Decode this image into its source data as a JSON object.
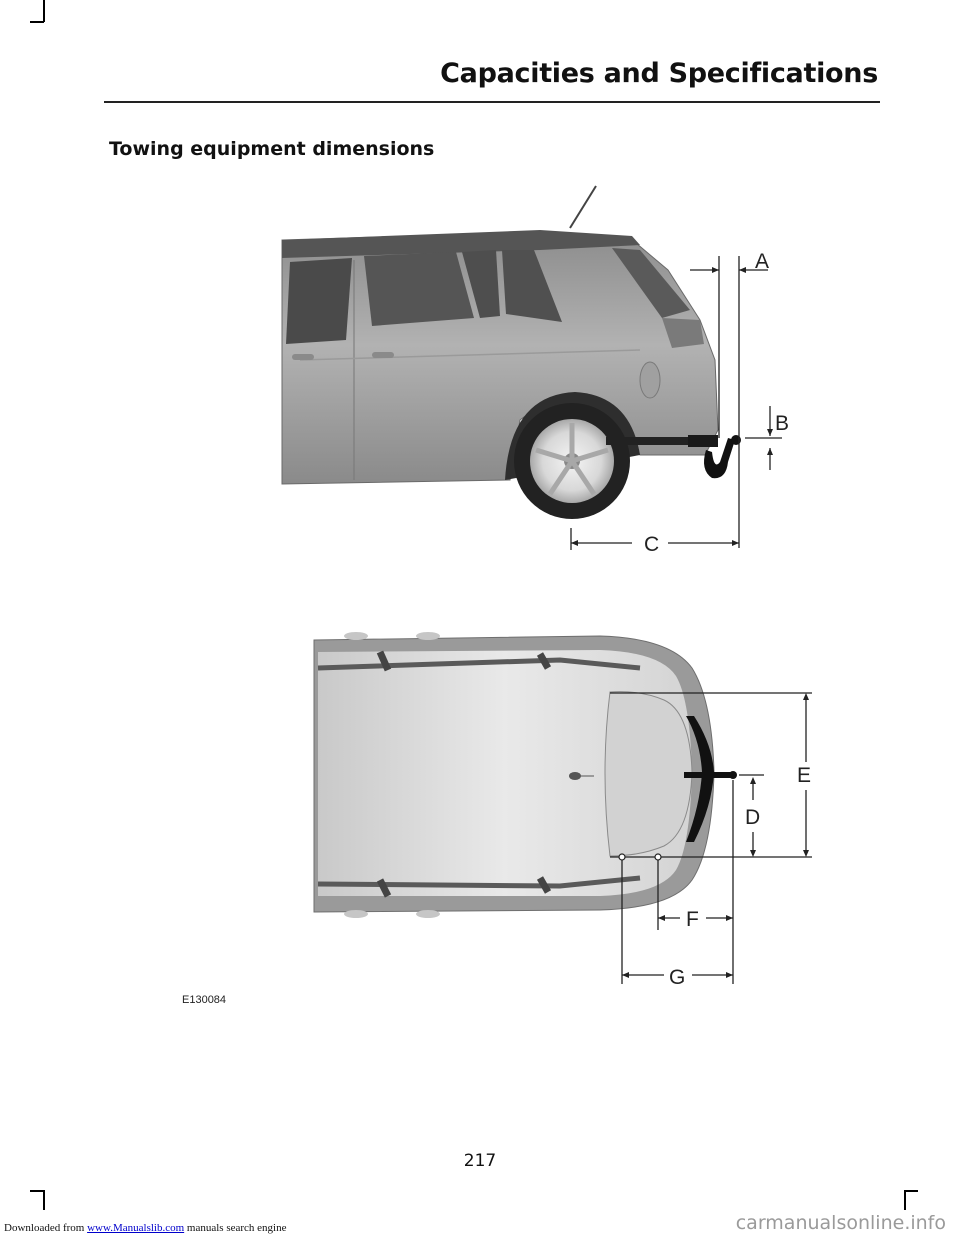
{
  "header": {
    "title": "Capacities and Specifications"
  },
  "section": {
    "heading": "Towing equipment dimensions"
  },
  "figure": {
    "side_view_labels": {
      "a": "A",
      "b": "B",
      "c": "C"
    },
    "top_view_labels": {
      "d": "D",
      "e": "E",
      "f": "F",
      "g": "G"
    },
    "code": "E130084"
  },
  "page_number": "217",
  "footer": {
    "prefix": "Downloaded from",
    "link_text": "www.Manualslib.com",
    "suffix": "manuals search engine"
  },
  "watermark": "carmanualsonline.info"
}
